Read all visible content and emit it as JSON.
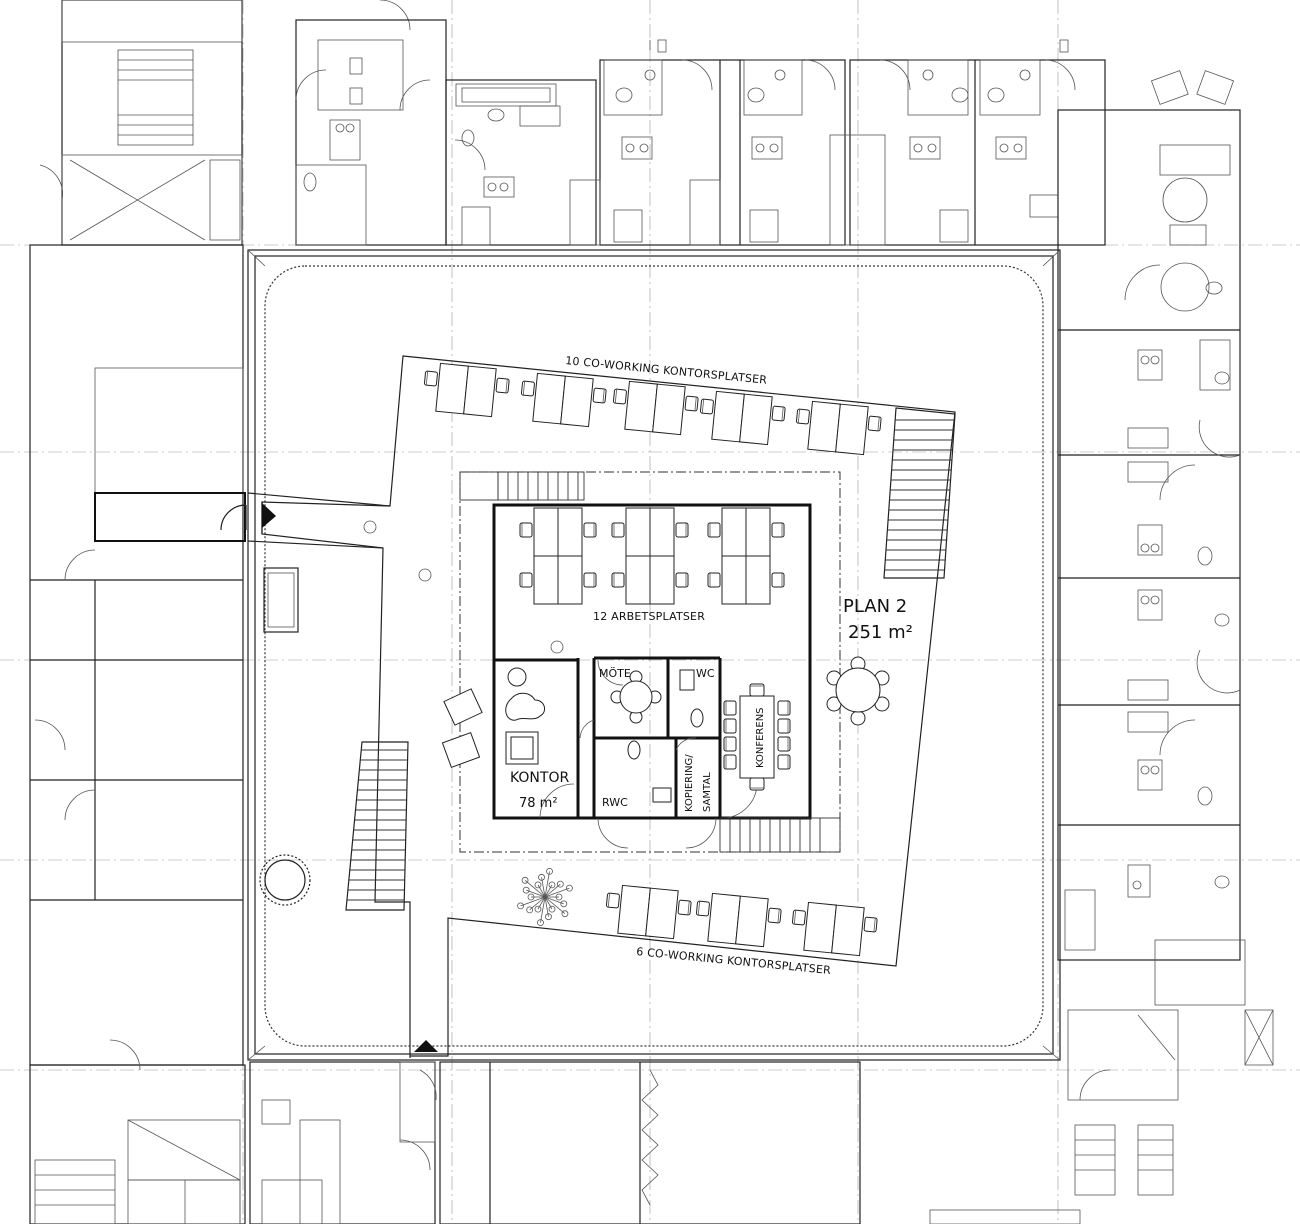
{
  "plan": {
    "north_label": "10 CO-WORKING KONTORSPLATSER",
    "south_label": "6 CO-WORKING KONTORSPLATSER",
    "arbets_label": "12 ARBETSPLATSER",
    "floor_title": "PLAN 2",
    "floor_area": "251 m²",
    "kontor_title": "KONTOR",
    "kontor_area": "78 m²",
    "mote": "MÖTE",
    "wc": "WC",
    "rwc": "RWC",
    "kopiering_1": "KOPIERING/",
    "kopiering_2": "SAMTAL",
    "konferens": "KONFERENS"
  },
  "colors": {
    "line": "#111111",
    "background": "#ffffff"
  }
}
